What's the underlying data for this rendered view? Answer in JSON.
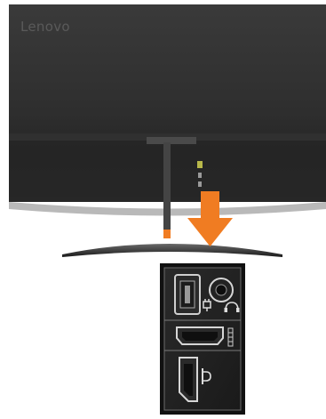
{
  "illustration": {
    "brand_logo_text": "Lenovo",
    "monitor_color": "#2c2c2c",
    "accent_color": "#f07c22",
    "port_panel_items": [
      {
        "name": "power-connector",
        "icon": "power-plug-icon"
      },
      {
        "name": "audio-out-jack",
        "icon": "headphones-icon"
      },
      {
        "name": "hdmi-port",
        "icon": "hdmi-label-icon"
      },
      {
        "name": "displayport-port",
        "icon": "displayport-icon"
      }
    ]
  }
}
